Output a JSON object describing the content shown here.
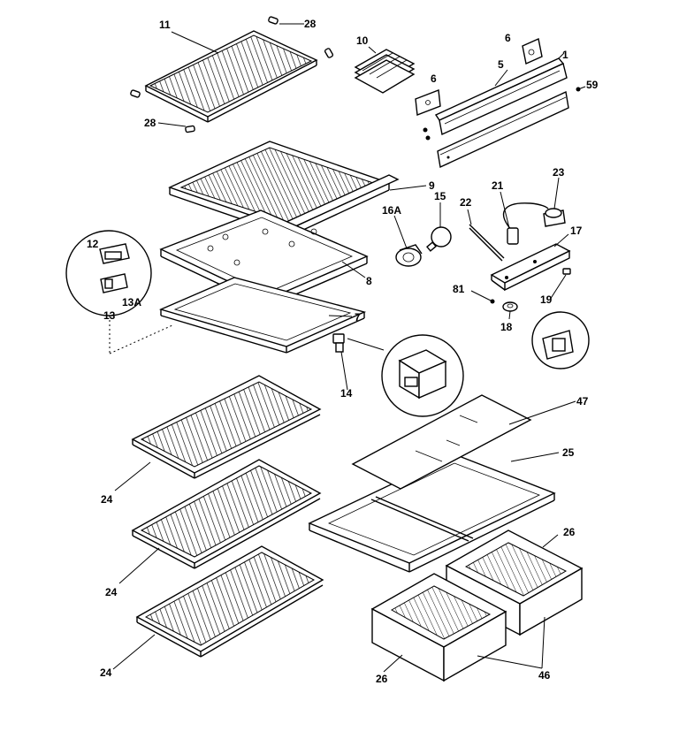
{
  "labels": {
    "p11": "11",
    "p28a": "28",
    "p28b": "28",
    "p10": "10",
    "p6a": "6",
    "p6b": "6",
    "p1": "1",
    "p5": "5",
    "p59": "59",
    "p9": "9",
    "p15": "15",
    "p16a": "16A",
    "p22": "22",
    "p21": "21",
    "p23": "23",
    "p17": "17",
    "p12": "12",
    "p13a": "13A",
    "p13": "13",
    "p8": "8",
    "p7": "7",
    "p81": "81",
    "p19": "19",
    "p18": "18",
    "p14": "14",
    "p47": "47",
    "p25": "25",
    "p26a": "26",
    "p26b": "26",
    "p24a": "24",
    "p24b": "24",
    "p24c": "24",
    "p46": "46"
  }
}
